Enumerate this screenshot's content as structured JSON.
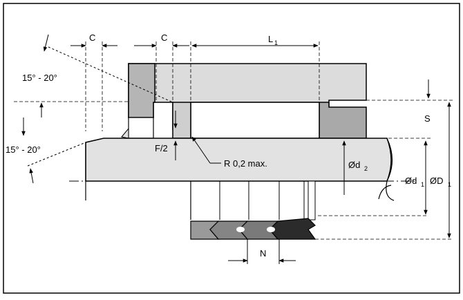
{
  "labels": {
    "chamfer_top": "C",
    "chamfer_mid": "C",
    "length": "L",
    "length_sub": "1",
    "angle_upper": "15° - 20°",
    "angle_lower": "15° - 20°",
    "section": "S",
    "half_f": "F/2",
    "radius": "R 0,2 max.",
    "diam_d2": "Ød",
    "diam_d2_sub": "2",
    "diam_d1": "Ød",
    "diam_d1_sub": "1",
    "diam_D1": "ØD",
    "diam_D1_sub": "1",
    "width_n": "N"
  },
  "colors": {
    "frame": "#000000",
    "housing_fill": "#d9d9d9",
    "housing_dark": "#b3b3b3",
    "shaft_fill": "#e0e0e0",
    "seal_light": "#9a9a9a",
    "seal_mid": "#7a7a7a",
    "seal_dark": "#2b2b2b"
  }
}
